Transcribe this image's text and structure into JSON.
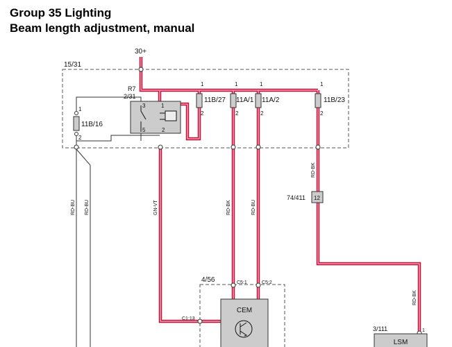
{
  "title": {
    "line1": "Group 35 Lighting",
    "line2": "Beam length adjustment, manual"
  },
  "colors": {
    "wire_outer": "#c0143c",
    "wire_inner": "#f0a0b4",
    "box_dash": "#555555",
    "component_fill": "#cccccc"
  },
  "labels": {
    "supply": "30+",
    "box_15_31": "15/31",
    "relay_ref": "R7",
    "relay_id": "2/31",
    "relay_pin3": "3",
    "relay_pin1": "1",
    "relay_pin5": "5",
    "relay_pin2": "2",
    "fuse_11b16": "11B/16",
    "fuse_11b16_p1": "1",
    "fuse_11b16_p2": "2",
    "fuse_11b27": "11B/27",
    "fuse_11a1": "11A/1",
    "fuse_11a2": "11A/2",
    "fuse_11b23": "11B/23",
    "fuse_p1": "1",
    "fuse_p2": "2",
    "wire_rd_bu_left1": "RD-BU",
    "wire_rd_bu_left2": "RD-BU",
    "wire_gn_vt": "GN-VT",
    "wire_rd_bk_mid": "RD-BK",
    "wire_rd_bu_mid": "RD-BU",
    "wire_rd_bk_right1": "RD-BK",
    "wire_rd_bk_right2": "RD-BK",
    "connector_74_411": "74/411",
    "connector_74_411_pin": "12",
    "box_4_56": "4/56",
    "cem_c51": "C5:1",
    "cem_c52": "C5:2",
    "cem_c113": "C1:13",
    "cem": "CEM",
    "lsm_ref": "3/111",
    "lsm_pin": "1",
    "lsm": "LSM"
  }
}
